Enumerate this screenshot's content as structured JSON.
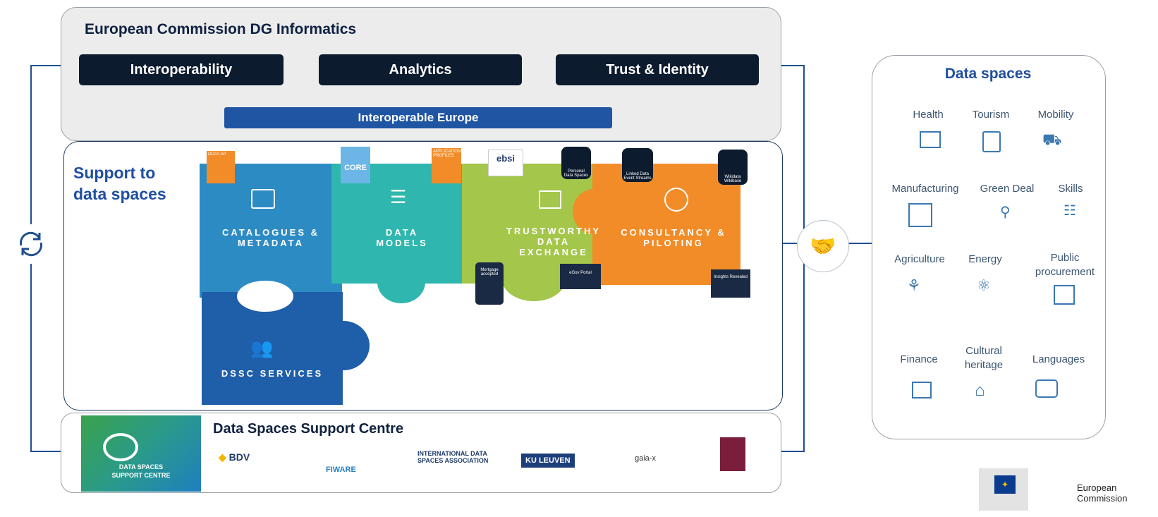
{
  "top": {
    "title": "European Commission DG Informatics",
    "pills": [
      "Interoperability",
      "Analytics",
      "Trust & Identity"
    ],
    "bar": "Interoperable Europe"
  },
  "support": {
    "title_line1": "Support to",
    "title_line2": "data spaces",
    "pieces": [
      {
        "label1": "CATALOGUES &",
        "label2": "METADATA",
        "color": "#2d8bc4"
      },
      {
        "label1": "DATA",
        "label2": "MODELS",
        "color": "#2fb6ae"
      },
      {
        "label1": "TRUSTWORTHY",
        "label2": "DATA",
        "label3": "EXCHANGE",
        "color": "#a4c64a"
      },
      {
        "label1": "CONSULTANCY &",
        "label2": "PILOTING",
        "color": "#f28c28"
      },
      {
        "label1": "DSSC SERVICES",
        "color": "#1f5ea8"
      }
    ],
    "badges": {
      "dcat": "DCAT-AP",
      "core": "CORE",
      "app": "APPLICATION PROFILES",
      "ebsi": "ebsi",
      "pds": "Personal Data Spaces",
      "ldes": "Linked Data Event Streams",
      "wikidata": "Wikidata Wikibase"
    },
    "screens": {
      "mortgage": "Mortgage accepted",
      "egov": "eGov Portal",
      "insights": "Insights Revealed"
    }
  },
  "bottom": {
    "title": "Data Spaces Support Centre",
    "logo_line1": "DATA SPACES",
    "logo_line2": "SUPPORT CENTRE",
    "partners": [
      "BDV",
      "FIWARE",
      "INTERNATIONAL DATA SPACES ASSOCIATION",
      "KU LEUVEN",
      "gaia-x"
    ]
  },
  "data_spaces": {
    "title": "Data spaces",
    "items": [
      {
        "label": "Health",
        "icon": "monitor-pulse-icon"
      },
      {
        "label": "Tourism",
        "icon": "ticket-icon"
      },
      {
        "label": "Mobility",
        "icon": "route-icon"
      },
      {
        "label": "Manufacturing",
        "icon": "robot-arm-icon"
      },
      {
        "label": "Green Deal",
        "icon": "plug-leaf-icon"
      },
      {
        "label": "Skills",
        "icon": "people-icon"
      },
      {
        "label": "Agriculture",
        "icon": "drone-icon"
      },
      {
        "label": "Energy",
        "icon": "bulb-icon"
      },
      {
        "label": "Public procurement",
        "icon": "cart-check-icon"
      },
      {
        "label": "Finance",
        "icon": "money-screen-icon"
      },
      {
        "label": "Cultural heritage",
        "icon": "museum-icon"
      },
      {
        "label": "Languages",
        "icon": "chat-globe-icon"
      }
    ]
  },
  "ec_logo": {
    "line1": "European",
    "line2": "Commission"
  },
  "colors": {
    "navy": "#0d1b2e",
    "blue": "#1f55a3",
    "accent": "#1f4fa0"
  }
}
